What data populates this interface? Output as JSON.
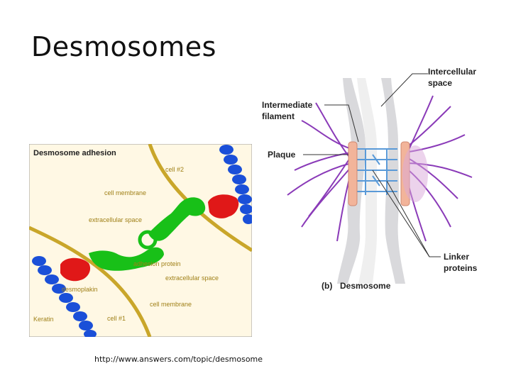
{
  "slide": {
    "title": "Desmosomes",
    "source_url": "http://www.answers.com/topic/desmosome"
  },
  "left_figure": {
    "title": "Desmosome adhesion",
    "labels": {
      "cell2": "cell #2",
      "cell_membrane_top": "cell membrane",
      "extracellular_top": "extracellular space",
      "adhesion_protein": "adhesion protein",
      "extracellular_bottom": "extracellular space",
      "desmoplakin": "desmoplakin",
      "cell_membrane_bottom": "cell membrane",
      "keratin": "Keratin",
      "cell1": "cell #1"
    },
    "colors": {
      "background": "#fff8e4",
      "membrane": "#c9a62a",
      "keratin": "#1a4fd8",
      "desmoplakin": "#e01818",
      "adhesion": "#18c018"
    }
  },
  "right_figure": {
    "labels": {
      "intercellular_1": "Intercellular",
      "intercellular_2": "space",
      "intermediate_1": "Intermediate",
      "intermediate_2": "filament",
      "plaque": "Plaque",
      "linker_1": "Linker",
      "linker_2": "proteins",
      "caption_letter": "(b)",
      "caption": "Desmosome"
    },
    "colors": {
      "filament": "#8a3ab8",
      "plaque": "#f2b49a",
      "linker": "#5a9ad8",
      "membrane": "#c8c8cc"
    }
  }
}
